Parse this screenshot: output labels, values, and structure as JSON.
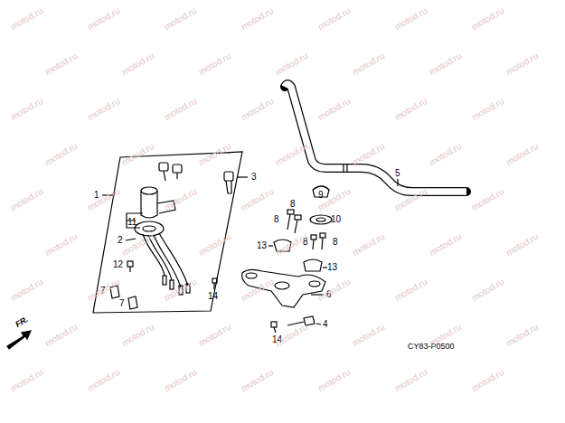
{
  "diagram": {
    "labels": [
      "1",
      "2",
      "3",
      "4",
      "5",
      "6",
      "7",
      "7",
      "8",
      "8",
      "8",
      "8",
      "9",
      "10",
      "11",
      "12",
      "13",
      "13",
      "14",
      "14",
      "FR.",
      "CY83-P0500",
      "motod.ru",
      "motod.ru",
      "motod.ru",
      "motod.ru",
      "motod.ru",
      "motod.ru",
      "motod.ru",
      "motod.ru",
      "motod.ru",
      "motod.ru",
      "motod.ru",
      "motod.ru",
      "motod.ru",
      "motod.ru",
      "motod.ru",
      "motod.ru",
      "motod.ru",
      "motod.ru",
      "motod.ru",
      "motod.ru",
      "motod.ru",
      "motod.ru",
      "motod.ru",
      "motod.ru",
      "motod.ru",
      "motod.ru",
      "motod.ru",
      "motod.ru",
      "motod.ru",
      "motod.ru",
      "motod.ru",
      "motod.ru",
      "motod.ru",
      "motod.ru",
      "motod.ru",
      "motod.ru",
      "motod.ru",
      "motod.ru",
      "motod.ru",
      "motod.ru",
      "motod.ru",
      "motod.ru",
      "motod.ru",
      "motod.ru",
      "motod.ru",
      "motod.ru",
      "motod.ru",
      "motod.ru",
      "motod.ru",
      "motod.ru",
      "motod.ru",
      "motod.ru",
      "motod.ru",
      "motod.ru",
      "motod.ru",
      "motod.ru",
      "motod.ru",
      "motod.ru",
      "motod.ru",
      "motod.ru",
      "motod.ru",
      "motod.ru",
      "motod.ru"
    ]
  }
}
